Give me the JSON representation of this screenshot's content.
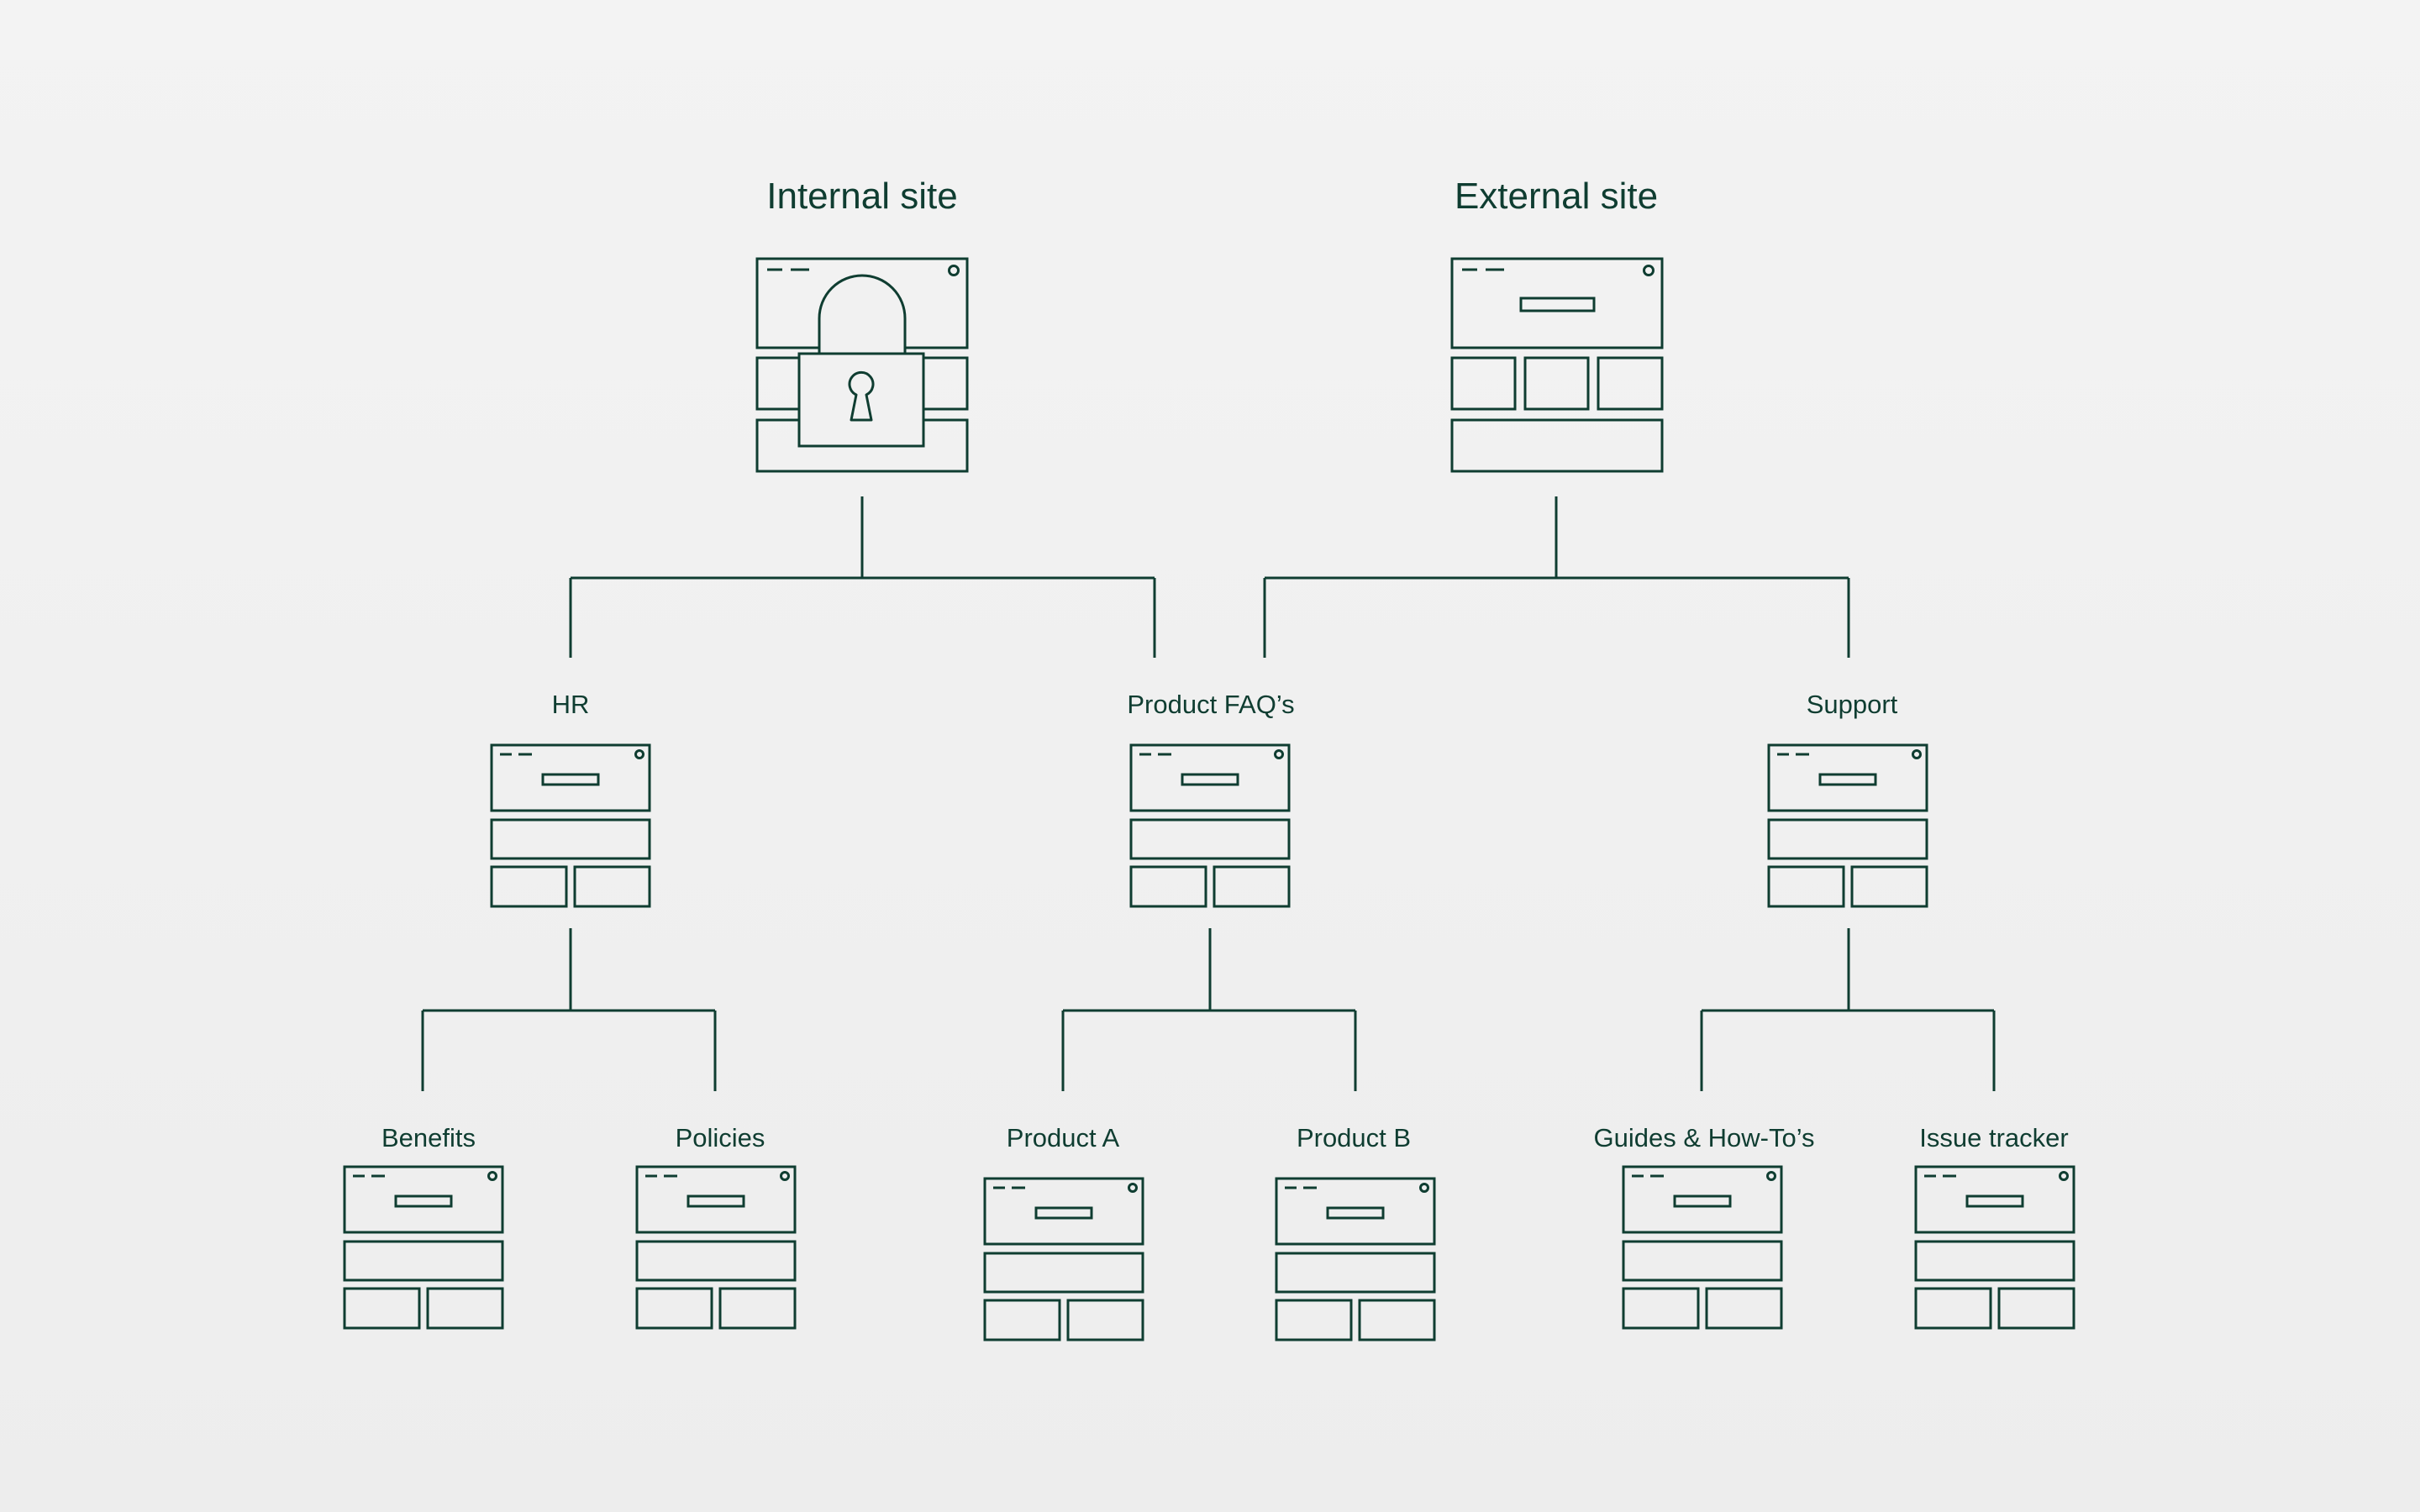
{
  "diagram": {
    "colors": {
      "stroke": "#0f3d31",
      "background": "#efefef"
    },
    "roots": [
      {
        "key": "internal",
        "label": "Internal site",
        "icon": "lock-page-icon",
        "children": [
          {
            "key": "hr",
            "label": "HR",
            "children": [
              {
                "key": "benefits",
                "label": "Benefits"
              },
              {
                "key": "policies",
                "label": "Policies"
              }
            ]
          },
          {
            "key": "product-faqs",
            "label": "Product FAQ’s",
            "children": [
              {
                "key": "product-a",
                "label": "Product A"
              },
              {
                "key": "product-b",
                "label": "Product B"
              }
            ]
          }
        ]
      },
      {
        "key": "external",
        "label": "External site",
        "icon": "web-page-icon",
        "children": [
          {
            "ref": "product-faqs"
          },
          {
            "key": "support",
            "label": "Support",
            "children": [
              {
                "key": "guides",
                "label": "Guides & How-To’s"
              },
              {
                "key": "issue-tracker",
                "label": "Issue tracker"
              }
            ]
          }
        ]
      }
    ]
  }
}
